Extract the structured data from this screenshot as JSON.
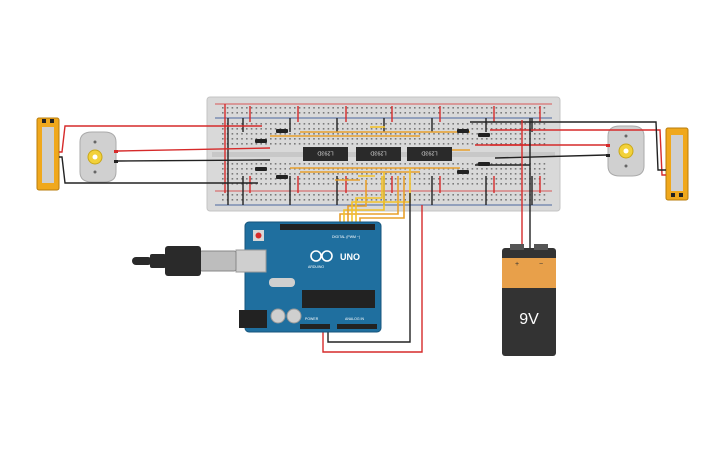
{
  "circuit": {
    "ic_labels": [
      "L293D",
      "L293D",
      "L293D"
    ],
    "arduino": {
      "brand": "ARDUINO",
      "model": "UNO",
      "digital_label": "DIGITAL (PWM ~)",
      "power_label": "POWER",
      "analog_label": "ANALOG IN"
    },
    "battery": {
      "label": "9V",
      "plus": "+",
      "minus": "−"
    }
  },
  "colors": {
    "breadboard": "#d9d9d9",
    "rail_red": "#d62a2a",
    "wire_black": "#222222",
    "wire_red": "#d62a2a",
    "wire_orange": "#e8a02c",
    "wire_yellow": "#f2c22a",
    "arduino_blue": "#1f6f9f",
    "battery_body": "#333333",
    "battery_label": "#e8a04a",
    "holder_frame": "#f0a81c"
  }
}
